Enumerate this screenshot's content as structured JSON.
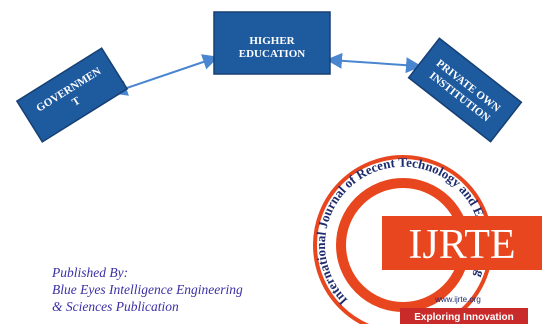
{
  "diagram": {
    "nodes": {
      "government": {
        "line1": "GOVERNMEN",
        "line2": "T"
      },
      "higher_education": {
        "line1": "HIGHER",
        "line2": "EDUCATION"
      },
      "private": {
        "line1": "PRIVATE OWN",
        "line2": "INSTITUTION"
      }
    },
    "colors": {
      "box": "#1e5a9e",
      "box_dark": "#163f73",
      "arrow": "#4a86d0"
    },
    "edges": [
      "government<->higher_education",
      "higher_education<->private"
    ]
  },
  "publisher": {
    "line1": "Published By:",
    "line2": "Blue Eyes Intelligence Engineering",
    "line3": "& Sciences Publication"
  },
  "seal": {
    "arc_text": "International Journal of Recent Technology and Engineering",
    "acronym": "IJRTE",
    "url": "www.ijrte.org",
    "tagline": "Exploring Innovation",
    "colors": {
      "ring": "#e8461f",
      "acronym_bg": "#e8461f",
      "text": "#1e2c6e",
      "tagline_bg": "#c92a2a"
    }
  }
}
